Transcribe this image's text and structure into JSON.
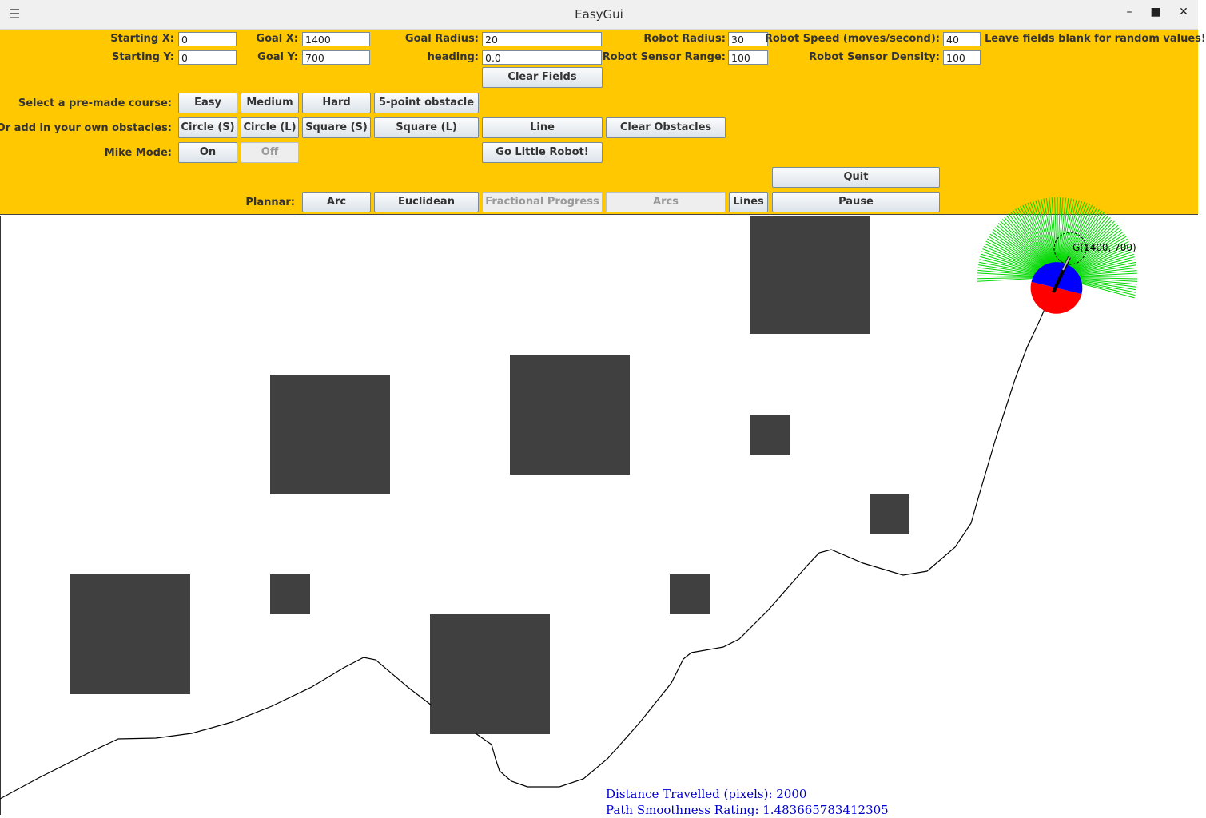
{
  "window": {
    "title": "EasyGui",
    "menu_icon": "hamburger-icon",
    "minimize_icon": "minimize-icon",
    "maximize_icon": "maximize-icon",
    "close_icon": "close-icon"
  },
  "fields": {
    "start_x": {
      "label": "Starting X:",
      "value": "0"
    },
    "start_y": {
      "label": "Starting Y:",
      "value": "0"
    },
    "goal_x": {
      "label": "Goal X:",
      "value": "1400"
    },
    "goal_y": {
      "label": "Goal Y:",
      "value": "700"
    },
    "goal_radius": {
      "label": "Goal Radius:",
      "value": "20"
    },
    "heading": {
      "label": "heading:",
      "value": "0.0"
    },
    "robot_radius": {
      "label": "Robot Radius:",
      "value": "30"
    },
    "sensor_range": {
      "label": "Robot Sensor Range:",
      "value": "100"
    },
    "robot_speed": {
      "label": "Robot Speed (moves/second):",
      "value": "40"
    },
    "sensor_density": {
      "label": "Robot Sensor Density:",
      "value": "100"
    },
    "hint": "Leave fields blank for random values!"
  },
  "buttons": {
    "clear_fields": "Clear Fields",
    "course_label": "Select a pre-made course:",
    "easy": "Easy",
    "medium": "Medium",
    "hard": "Hard",
    "five_point": "5-point obstacle",
    "obstacles_label": "Or add in your own obstacles:",
    "circle_s": "Circle (S)",
    "circle_l": "Circle (L)",
    "square_s": "Square (S)",
    "square_l": "Square (L)",
    "line": "Line",
    "clear_obstacles": "Clear Obstacles",
    "mike_label": "Mike Mode:",
    "on": "On",
    "off": "Off",
    "go": "Go Little Robot!",
    "quit": "Quit",
    "plannar_label": "Plannar:",
    "arc": "Arc",
    "euclidean": "Euclidean",
    "fractional": "Fractional Progress",
    "arcs": "Arcs",
    "lines": "Lines",
    "pause": "Pause"
  },
  "canvas": {
    "goal_label": "G(1400, 700)",
    "distance": "Distance Travelled (pixels): 2000",
    "smoothness": "Path Smoothness Rating: 1.483665783412305",
    "colors": {
      "panel": "#ffc800",
      "obstacle": "#404040",
      "sensor": "#00d800",
      "robot_front": "#0000ff",
      "robot_back": "#ff0000",
      "stats": "#0000cc"
    }
  }
}
